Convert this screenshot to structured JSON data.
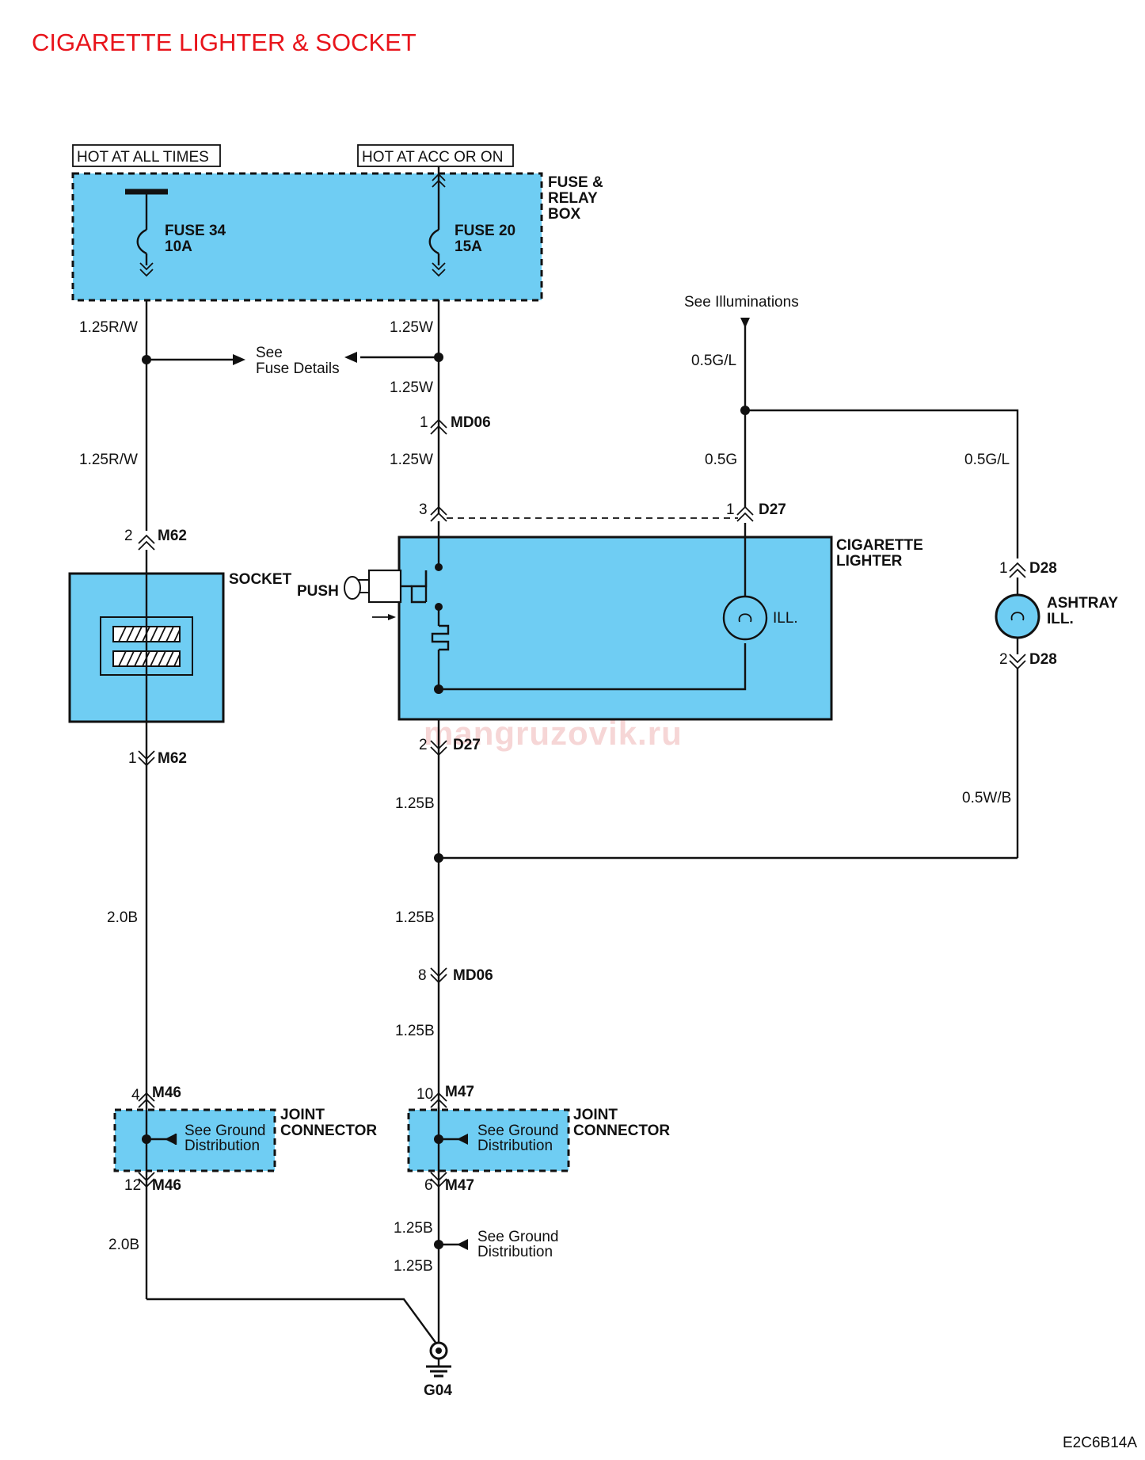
{
  "title": "CIGARETTE LIGHTER & SOCKET",
  "code": "E2C6B14A",
  "watermark": "mangruzovik.ru",
  "colors": {
    "box_fill": "#6fcdf3",
    "title": "#e8141b"
  },
  "power": {
    "hot_all": "HOT AT ALL TIMES",
    "hot_acc": "HOT AT ACC OR ON"
  },
  "fuse_box": {
    "l1": "FUSE &",
    "l2": "RELAY",
    "l3": "BOX"
  },
  "fuse34": {
    "name": "FUSE 34",
    "rating": "10A"
  },
  "fuse20": {
    "name": "FUSE 20",
    "rating": "15A"
  },
  "see_fuse": {
    "l1": "See",
    "l2": "Fuse Details"
  },
  "see_illum": "See Illuminations",
  "see_ground": {
    "l1": "See Ground",
    "l2": "Distribution"
  },
  "joint": {
    "l1": "JOINT",
    "l2": "CONNECTOR"
  },
  "socket": "SOCKET",
  "push": "PUSH",
  "lighter": {
    "l1": "CIGARETTE",
    "l2": "LIGHTER",
    "ill": "ILL."
  },
  "ashtray": {
    "l1": "ASHTRAY",
    "l2": "ILL."
  },
  "ground": "G04",
  "wires": {
    "w125rw": "1.25R/W",
    "w125w": "1.25W",
    "w05gl": "0.5G/L",
    "w05g": "0.5G",
    "w125b": "1.25B",
    "w20b": "2.0B",
    "w05wb": "0.5W/B"
  },
  "connectors": {
    "md06": "MD06",
    "m62": "M62",
    "d27": "D27",
    "d28": "D28",
    "m46": "M46",
    "m47": "M47"
  },
  "pins": {
    "p1": "1",
    "p2": "2",
    "p3": "3",
    "p4": "4",
    "p6": "6",
    "p8": "8",
    "p10": "10",
    "p12": "12"
  }
}
